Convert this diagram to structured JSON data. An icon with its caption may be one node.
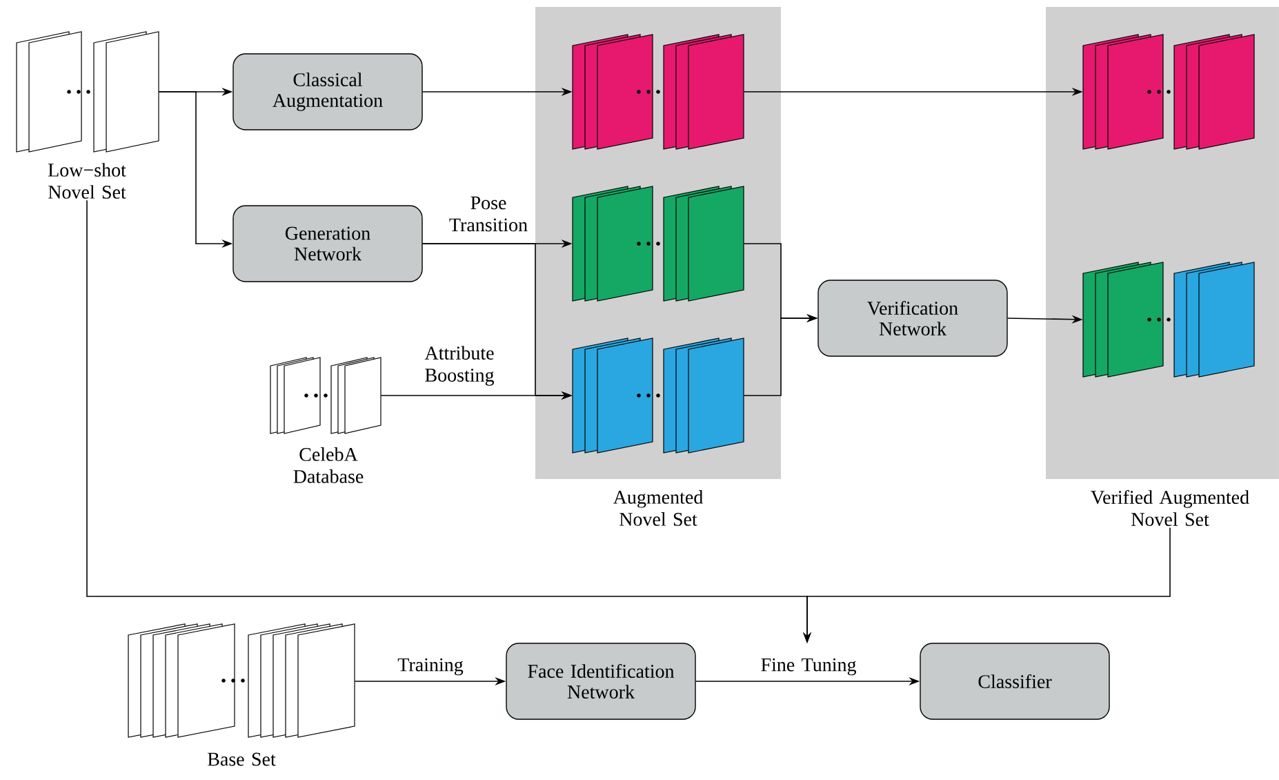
{
  "diagram": {
    "nodes": [
      {
        "text": [
          "Low−shot Novel Set"
        ]
      },
      {
        "text": [
          "Classical Augmentation"
        ]
      },
      {
        "text": [
          "Generation Network"
        ]
      },
      {
        "text": [
          "CelebA Database"
        ]
      },
      {
        "text": [
          "Augmented Novel Set"
        ]
      },
      {
        "text": [],
        "shape": "picture",
        "in": 4
      },
      {
        "text": [],
        "shape": "picture",
        "in": 4
      },
      {
        "text": [],
        "shape": "picture",
        "in": 4
      },
      {
        "text": [
          "Verification Network"
        ]
      },
      {
        "text": [
          "Verified Augmented Novel Set"
        ]
      },
      {
        "text": [],
        "shape": "picture",
        "in": 9
      },
      {
        "text": [],
        "shape": "picture",
        "in": 9
      },
      {
        "text": [
          "Base Set"
        ]
      },
      {
        "text": [
          "Face Identification Network"
        ]
      },
      {
        "text": [
          "Classifier"
        ]
      }
    ],
    "edges": [
      {
        "from": 0,
        "to": 1,
        "arrow": "to"
      },
      {
        "from": 0,
        "to": 2,
        "arrow": "to"
      },
      {
        "from": 1,
        "to": 5,
        "arrow": "to"
      },
      {
        "from": 2,
        "to": 6,
        "arrow": "to",
        "label": "Pose Transition"
      },
      {
        "from": 2,
        "to": 7,
        "arrow": "to"
      },
      {
        "from": 3,
        "to": 7,
        "arrow": "to",
        "label": "Attribute Boosting"
      },
      {
        "from": 5,
        "to": 10,
        "arrow": "to"
      },
      {
        "from": 6,
        "to": 8,
        "arrow": "to"
      },
      {
        "from": 7,
        "to": 8,
        "arrow": "to"
      },
      {
        "from": 8,
        "to": 11,
        "arrow": "to"
      },
      {
        "from": 0,
        "to": null,
        "arrow": "to"
      },
      {
        "from": 9,
        "to": null,
        "arrow": "to"
      },
      {
        "from": 12,
        "to": 13,
        "arrow": "to",
        "label": "Training"
      },
      {
        "from": 13,
        "to": 14,
        "arrow": "to",
        "label": "Fine Tuning"
      }
    ]
  }
}
